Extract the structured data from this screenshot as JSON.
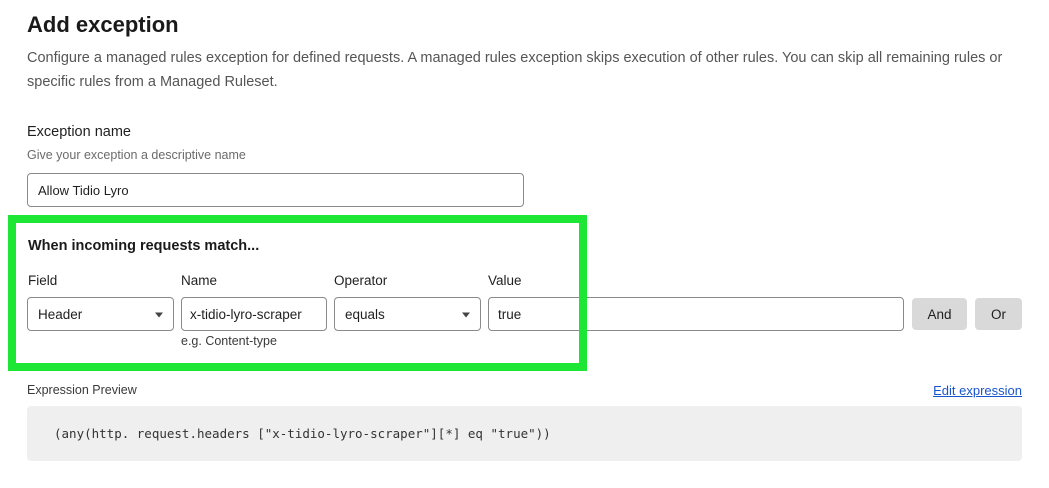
{
  "header": {
    "title": "Add exception",
    "description": "Configure a managed rules exception for defined requests. A managed rules exception skips execution of other rules. You can skip all remaining rules or specific rules from a Managed Ruleset."
  },
  "exception_name": {
    "label": "Exception name",
    "hint": "Give your exception a descriptive name",
    "value": "Allow Tidio Lyro"
  },
  "match": {
    "heading": "When incoming requests match...",
    "columns": {
      "field": "Field",
      "name": "Name",
      "operator": "Operator",
      "value": "Value"
    },
    "field_value": "Header",
    "name_value": "x-tidio-lyro-scraper",
    "name_hint": "e.g. Content-type",
    "operator_value": "equals",
    "value_value": "true",
    "and_label": "And",
    "or_label": "Or"
  },
  "expression": {
    "label": "Expression Preview",
    "edit_link": "Edit expression",
    "text": "(any(http. request.headers [\"x-tidio-lyro-scraper\"][*] eq \"true\"))"
  },
  "colors": {
    "highlight": "#1ee635",
    "link": "#1a56c9",
    "button_bg": "#d9d9d9",
    "preview_bg": "#efefef"
  },
  "icons": {
    "select_caret": "chevron-down-icon"
  }
}
